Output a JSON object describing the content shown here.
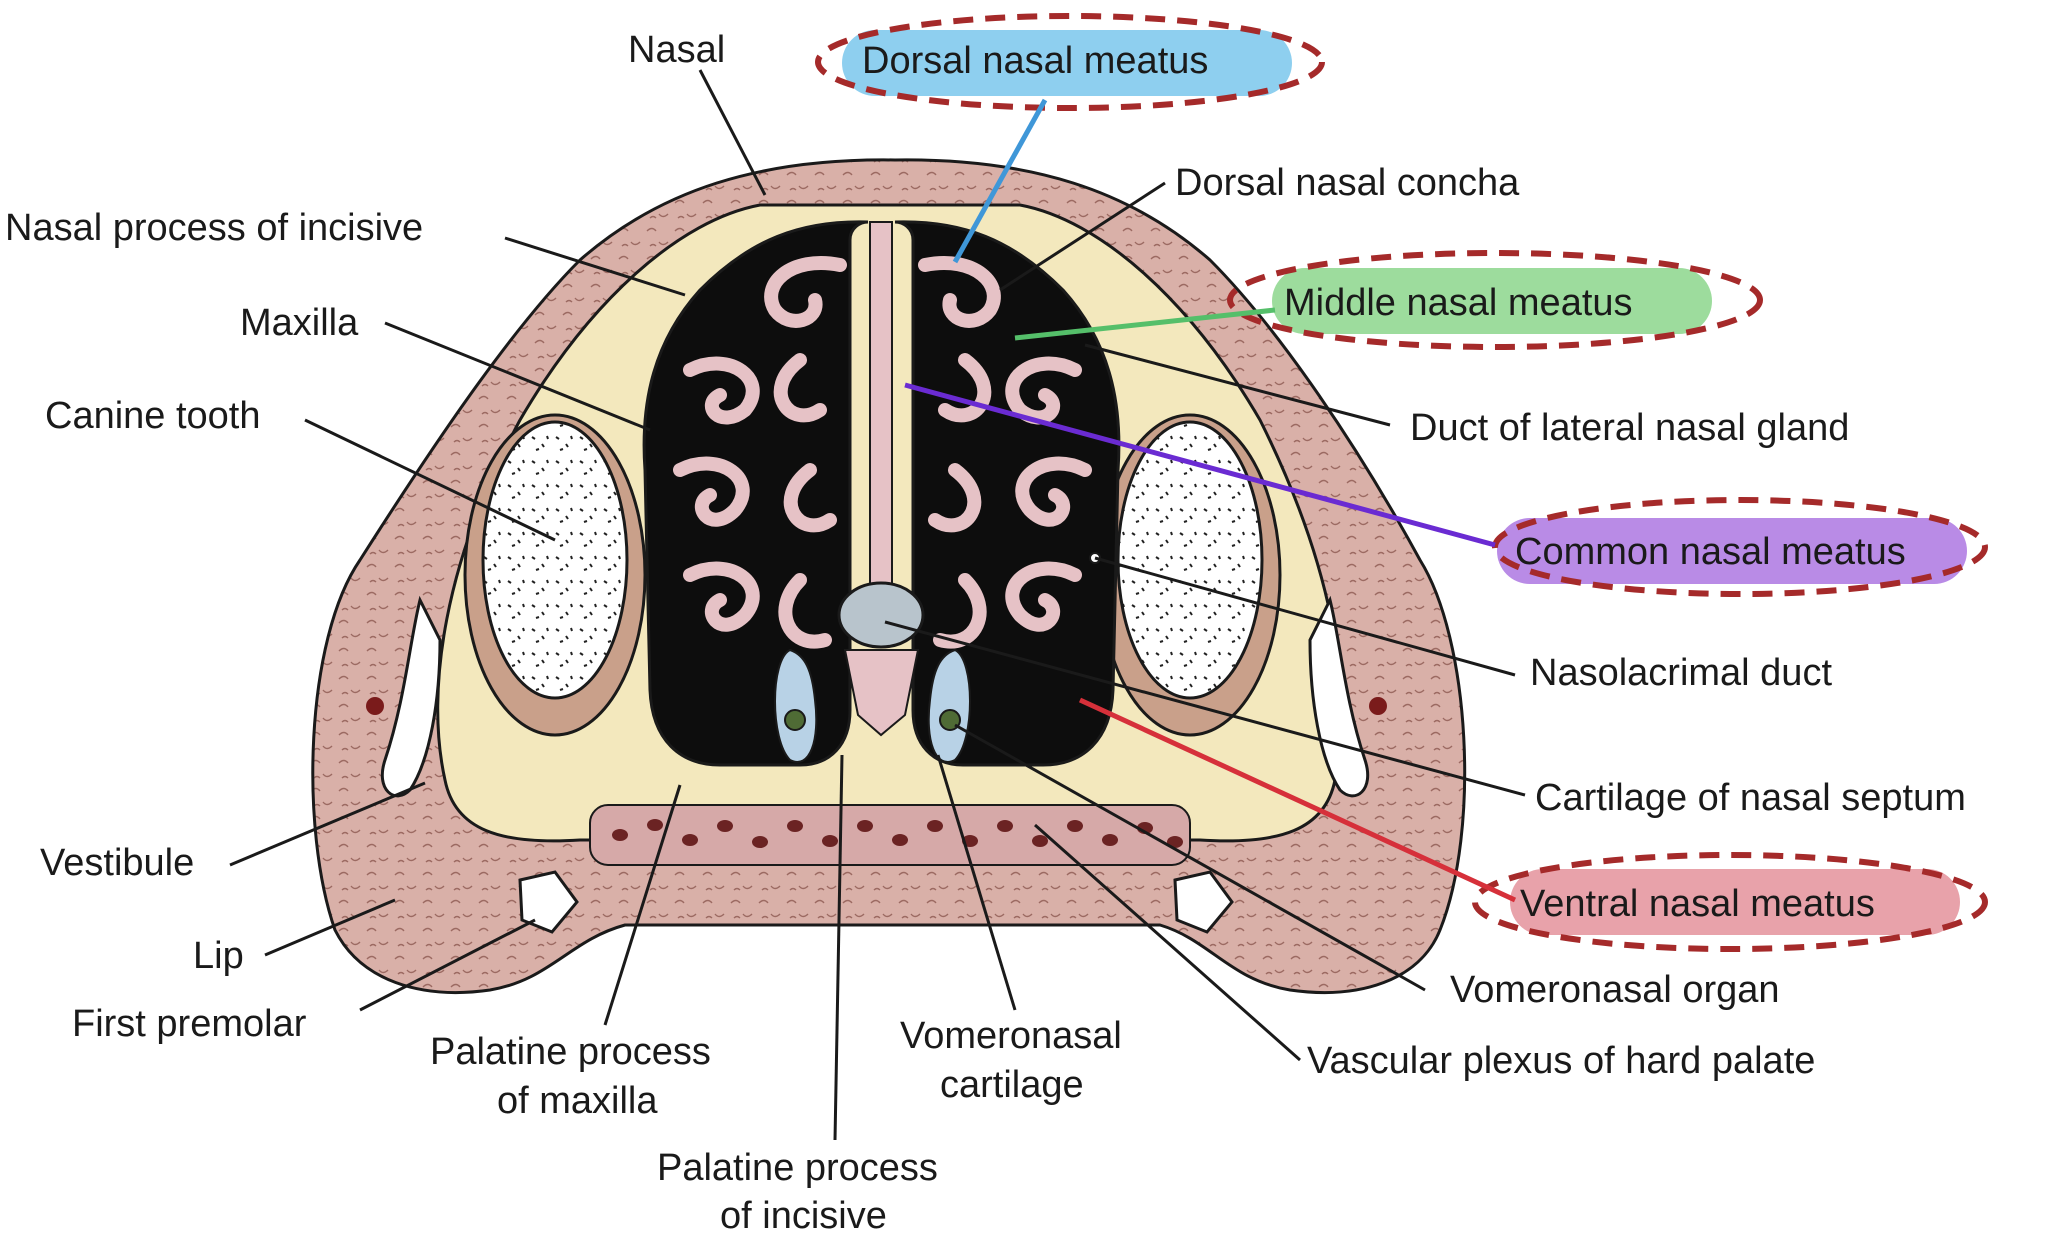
{
  "colors": {
    "skin": "#d9b0a8",
    "bone": "#f3e8bd",
    "cavity": "#0d0d0d",
    "mucosa": "#e6c2c6",
    "tooth": "#ffffff",
    "outline": "#1a1a1a",
    "oval": "#a52a2a",
    "dorsal_highlight": "#8ecfef",
    "middle_highlight": "#9ddc9d",
    "common_highlight": "#b98be6",
    "ventral_highlight": "#e8a2aa",
    "dorsal_pointer": "#3f97d8",
    "middle_pointer": "#55bf6a",
    "common_pointer": "#6a2bd2",
    "ventral_pointer": "#d6303a"
  },
  "labels": {
    "nasal": "Nasal",
    "dorsal_nasal_meatus": "Dorsal nasal meatus",
    "dorsal_nasal_concha": "Dorsal nasal concha",
    "nasal_process_of_incisive": "Nasal process of incisive",
    "maxilla": "Maxilla",
    "middle_nasal_meatus": "Middle nasal meatus",
    "canine_tooth": "Canine tooth",
    "duct_of_lateral_nasal_gland": "Duct of lateral nasal gland",
    "common_nasal_meatus": "Common nasal meatus",
    "nasolacrimal_duct": "Nasolacrimal duct",
    "cartilage_of_nasal_septum": "Cartilage of nasal septum",
    "vestibule": "Vestibule",
    "ventral_nasal_meatus": "Ventral nasal meatus",
    "lip": "Lip",
    "vomeronasal_organ": "Vomeronasal organ",
    "first_premolar": "First premolar",
    "palatine_process_of_maxilla_1": "Palatine process",
    "palatine_process_of_maxilla_2": "of maxilla",
    "vomeronasal_cartilage_1": "Vomeronasal",
    "vomeronasal_cartilage_2": "cartilage",
    "vascular_plexus_of_hard_palate": "Vascular plexus of hard palate",
    "palatine_process_of_incisive_1": "Palatine process",
    "palatine_process_of_incisive_2": "of incisive"
  }
}
